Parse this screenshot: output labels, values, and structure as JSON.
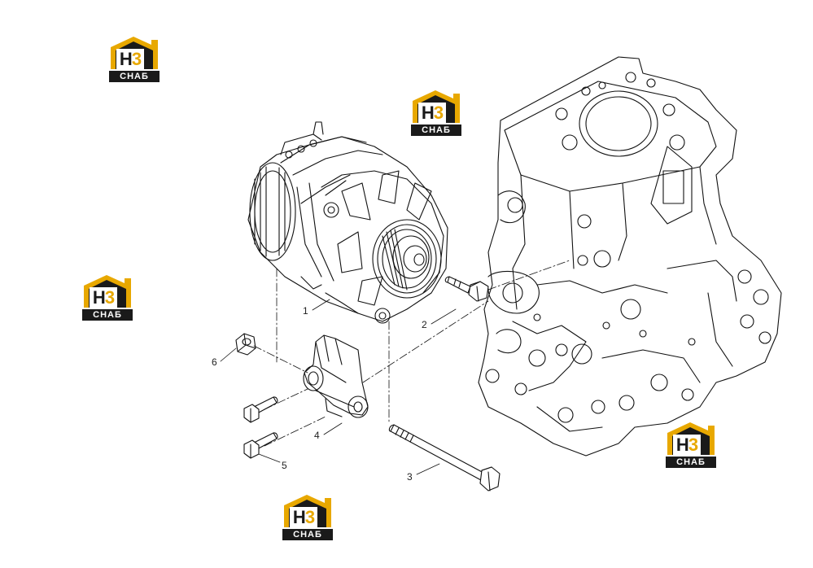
{
  "logo": {
    "mark_letter": "H",
    "mark_digit": "3",
    "caption": "СНАБ",
    "color_yellow": "#e8a800",
    "color_dark": "#1a1a1a"
  },
  "callouts": [
    "1",
    "2",
    "3",
    "4",
    "5",
    "6"
  ]
}
